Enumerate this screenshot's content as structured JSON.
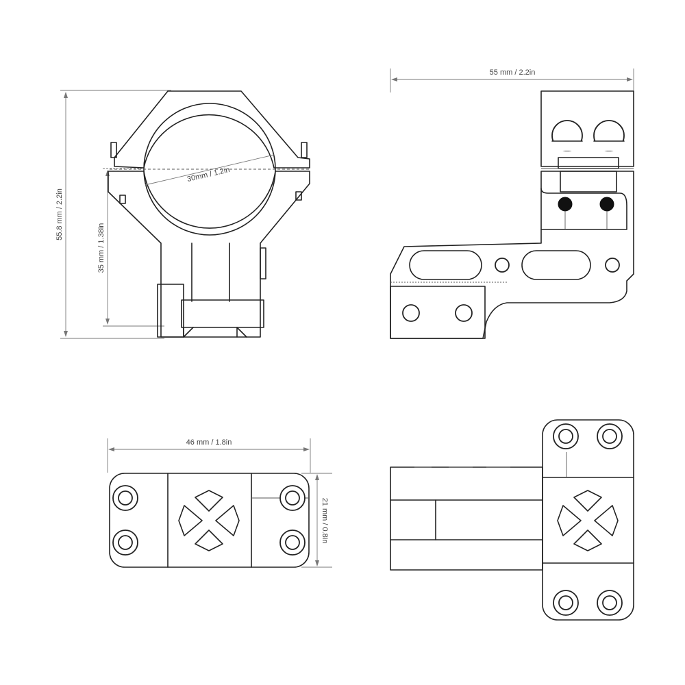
{
  "front_view": {
    "height_total_label": "55.8 mm / 2.2in",
    "height_center_label": "35 mm / 1.38in",
    "diameter_label": "30mm / 1.2in"
  },
  "side_view": {
    "width_label": "55 mm / 2.2in"
  },
  "top_view": {
    "width_label": "46 mm / 1.8in",
    "depth_label": "21 mm / 0.8in"
  },
  "colors": {
    "line": "#222222",
    "dimension": "#777777",
    "background": "#ffffff"
  }
}
